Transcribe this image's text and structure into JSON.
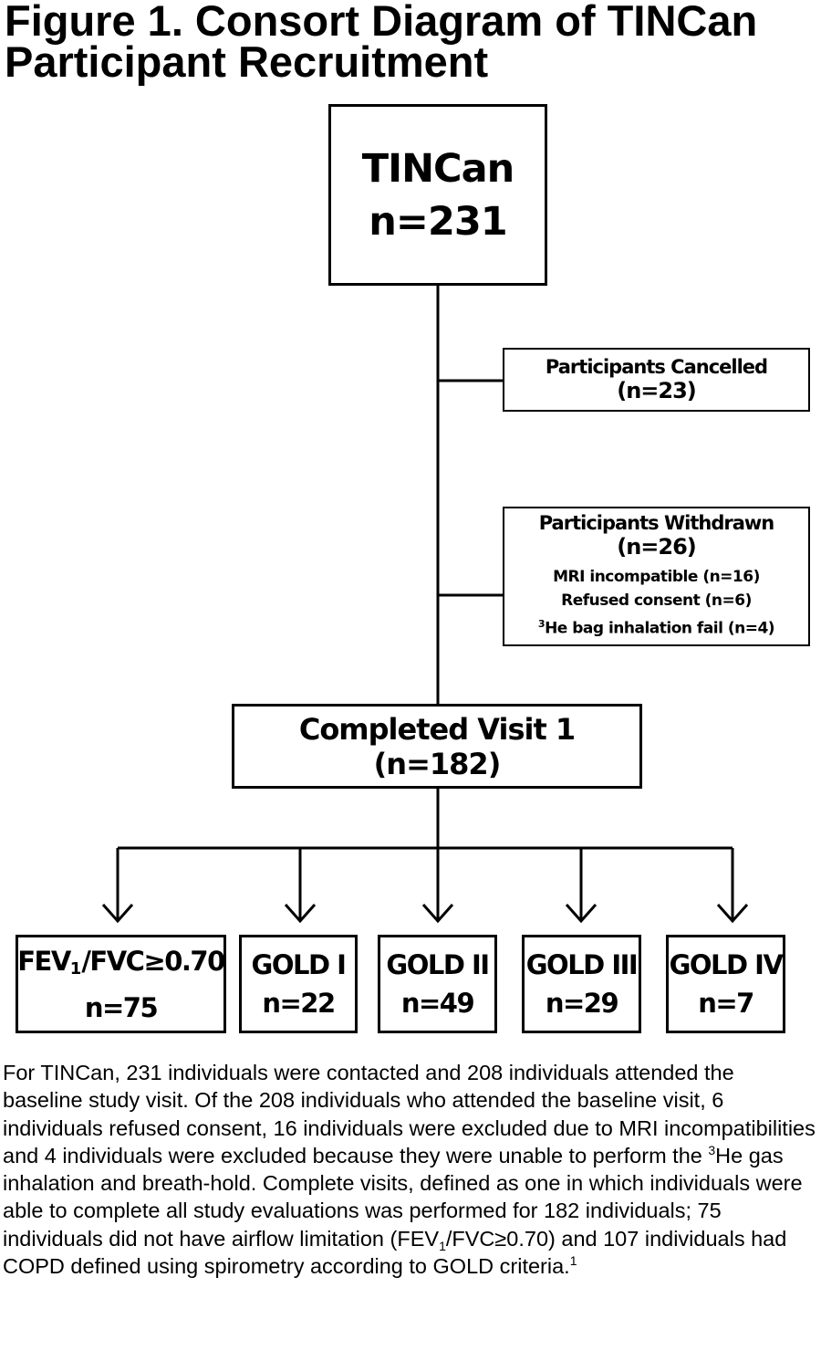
{
  "title": "Figure 1.  Consort Diagram of TINCan Participant Recruitment",
  "root": {
    "label": "TINCan",
    "count": "n=231"
  },
  "cancelled": {
    "label": "Participants Cancelled",
    "count": "(n=23)"
  },
  "withdrawn": {
    "label": "Participants Withdrawn",
    "count": "(n=26)",
    "reasons": [
      "MRI incompatible (n=16)",
      "Refused consent (n=6)"
    ],
    "reason3_sup": "3",
    "reason3_text": "He bag inhalation fail (n=4)"
  },
  "completed": {
    "label": "Completed Visit 1 (n=182)"
  },
  "groups": [
    {
      "label_pre": "FEV",
      "label_sub": "1",
      "label_post": "/FVC≥0.70",
      "count": "n=75"
    },
    {
      "label": "GOLD I",
      "count": "n=22"
    },
    {
      "label": "GOLD II",
      "count": "n=49"
    },
    {
      "label": "GOLD III",
      "count": "n=29"
    },
    {
      "label": "GOLD IV",
      "count": "n=7"
    }
  ],
  "caption": {
    "part1": "For TINCan, 231 individuals were contacted and 208 individuals attended the baseline study visit.  Of the 208 individuals who attended the baseline visit, 6 individuals refused consent, 16 individuals were excluded due to MRI incompatibilities and 4 individuals were excluded because they were unable to perform the ",
    "sup1": "3",
    "part2": "He gas inhalation and breath-hold.  Complete visits, defined as one in which individuals were able to complete all study evaluations was performed for 182 individuals; 75 individuals did not have airflow limitation (FEV",
    "sub1": "1",
    "part3": "/FVC≥0.70) and 107 individuals had COPD defined using spirometry according to GOLD criteria.",
    "sup2": "1"
  }
}
